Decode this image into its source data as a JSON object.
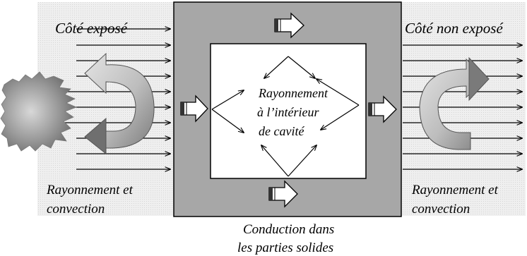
{
  "labels": {
    "exposed_side": "Côté exposé",
    "unexposed_side": "Côté non exposé",
    "left_bottom_line1": "Rayonnement et",
    "left_bottom_line2": "convection",
    "right_bottom_line1": "Rayonnement et",
    "right_bottom_line2": "convection",
    "cavity_line1": "Rayonnement",
    "cavity_line2": "à l’intérieur",
    "cavity_line3": "de cavité",
    "conduction_line1": "Conduction dans",
    "conduction_line2": "les parties solides"
  },
  "colors": {
    "side_zone": "#ececec",
    "wall": "#a7a7a7",
    "cavity": "#ffffff",
    "outline": "#000000",
    "flame": "#8a8a8a",
    "swirl_light": "#d2d2d2",
    "swirl_dark": "#8e8e8e"
  },
  "icons": {
    "flame": "flame-icon",
    "circulation": "circular-arrow-icon",
    "heat_flux": "block-arrow-icon"
  }
}
